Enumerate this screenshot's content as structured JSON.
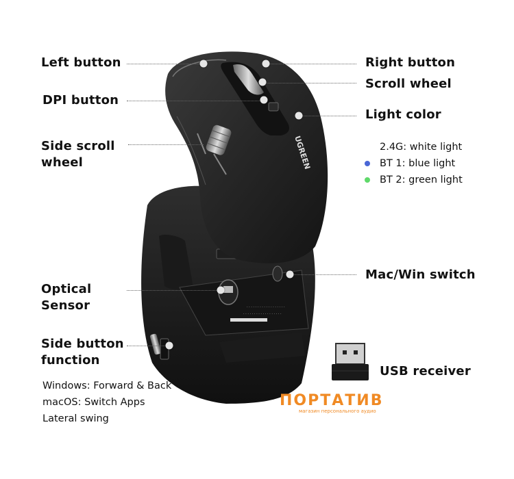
{
  "product": {
    "brand": "UGREEN",
    "type": "ergonomic wireless mouse"
  },
  "callouts_left": [
    {
      "id": "left-button",
      "label": "Left button"
    },
    {
      "id": "dpi-button",
      "label": "DPI button"
    },
    {
      "id": "side-scroll-wheel",
      "label_line1": "Side scroll",
      "label_line2": "wheel"
    },
    {
      "id": "optical-sensor",
      "label_line1": "Optical",
      "label_line2": "Sensor"
    },
    {
      "id": "side-button-function",
      "label_line1": "Side button",
      "label_line2": "function",
      "details": [
        "Windows: Forward & Back",
        "macOS: Switch Apps",
        "Lateral swing"
      ]
    }
  ],
  "callouts_right": [
    {
      "id": "right-button",
      "label": "Right button"
    },
    {
      "id": "scroll-wheel",
      "label": "Scroll wheel"
    },
    {
      "id": "light-color",
      "label": "Light color",
      "details": [
        {
          "text": "2.4G: white light",
          "color": "#ffffff"
        },
        {
          "text": "BT 1: blue light",
          "color": "#4a67d6"
        },
        {
          "text": "BT 2: green light",
          "color": "#5fd96a"
        }
      ]
    },
    {
      "id": "mac-win-switch",
      "label": "Mac/Win switch"
    },
    {
      "id": "usb-receiver",
      "label": "USB receiver"
    }
  ],
  "watermark": {
    "name": "ПОРТАТИВ",
    "tagline": "магазин персонального аудио",
    "color": "#f08a24"
  }
}
